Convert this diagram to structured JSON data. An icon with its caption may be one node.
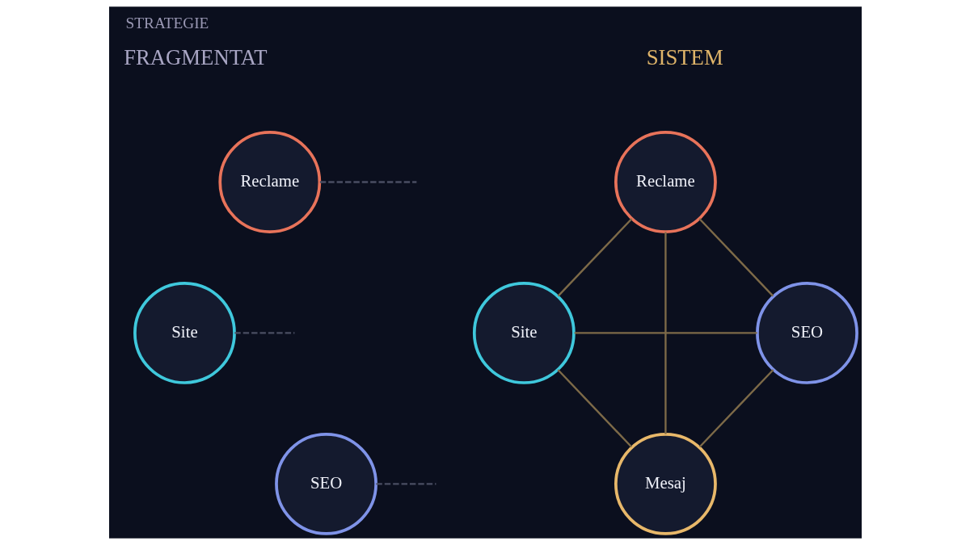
{
  "diagram": {
    "title": "STRATEGIE",
    "nodes": [
      {
        "text": [
          "Reclame"
        ]
      },
      {
        "text": [
          "Site"
        ]
      },
      {
        "text": [
          "SEO"
        ]
      },
      {
        "text": [
          "Reclame"
        ]
      },
      {
        "text": [
          "Site"
        ]
      },
      {
        "text": [
          "SEO"
        ]
      },
      {
        "text": [
          "Mesaj"
        ]
      }
    ],
    "edges": [
      {
        "from": 0,
        "to": null,
        "arrow": "none",
        "style": "dashed",
        "color": "#4a4e62"
      },
      {
        "from": 1,
        "to": null,
        "arrow": "none",
        "style": "dashed",
        "color": "#4a4e62"
      },
      {
        "from": 2,
        "to": null,
        "arrow": "none",
        "style": "dashed",
        "color": "#4a4e62"
      },
      {
        "from": 3,
        "to": 4,
        "arrow": "none"
      },
      {
        "from": 3,
        "to": 6,
        "arrow": "none"
      },
      {
        "from": 3,
        "to": 5,
        "arrow": "none"
      },
      {
        "from": 4,
        "to": 5,
        "arrow": "none"
      },
      {
        "from": 4,
        "to": 6,
        "arrow": "none"
      },
      {
        "from": 5,
        "to": 6,
        "arrow": "none"
      }
    ],
    "labels": [
      "FRAGMENTAT",
      "SISTEM"
    ]
  }
}
